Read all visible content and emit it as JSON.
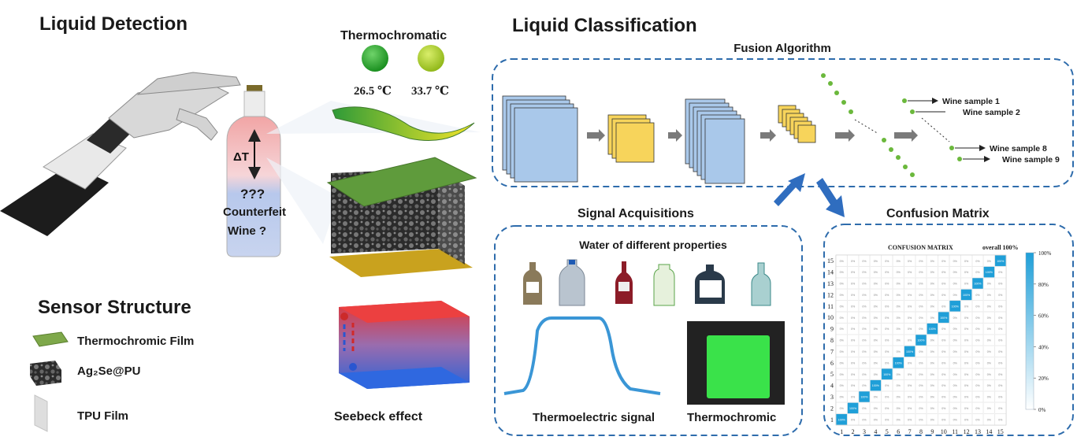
{
  "left": {
    "title": "Liquid Detection",
    "delta_t_label": "ΔT",
    "unknown_label": "???",
    "counterfeit_line1": "Counterfeit",
    "counterfeit_line2": "Wine ?"
  },
  "sensor_structure": {
    "title": "Sensor Structure",
    "legend": [
      {
        "label": "Thermochromic Film",
        "color": "#7ea84a"
      },
      {
        "label": "Ag₂Se@PU",
        "color": "#333333"
      },
      {
        "label": "TPU Film",
        "color": "#dedede"
      }
    ]
  },
  "thermochromatic": {
    "title": "Thermochromatic",
    "temps": [
      "26.5 ℃",
      "33.7 ℃"
    ],
    "colors": [
      "#1fa31f",
      "#a8d21e"
    ]
  },
  "seebeck": {
    "label": "Seebeck effect"
  },
  "classification": {
    "title": "Liquid Classification",
    "fusion_title": "Fusion Algorithm",
    "outputs": [
      "Wine sample 1",
      "Wine sample 2",
      "Wine sample 8",
      "Wine sample 9"
    ]
  },
  "signal": {
    "title": "Signal Acquisitions",
    "subtitle": "Water of different properties",
    "thermoelectric_label": "Thermoelectric signal",
    "thermochromic_label": "Thermochromic"
  },
  "confusion": {
    "title": "Confusion Matrix",
    "matrix_title": "CONFUSION MATRIX",
    "overall": "overall 100%",
    "diag_label": "100%",
    "off_label": "0%",
    "x_labels": [
      "1",
      "2",
      "3",
      "4",
      "5",
      "6",
      "7",
      "8",
      "9",
      "10",
      "11",
      "12",
      "13",
      "14",
      "15"
    ],
    "y_labels": [
      "15",
      "14",
      "13",
      "12",
      "11",
      "10",
      "9",
      "8",
      "7",
      "6",
      "5",
      "4",
      "3",
      "2",
      "1"
    ],
    "colorbar_ticks": [
      "100%",
      "80%",
      "60%",
      "40%",
      "20%",
      "0%"
    ]
  }
}
